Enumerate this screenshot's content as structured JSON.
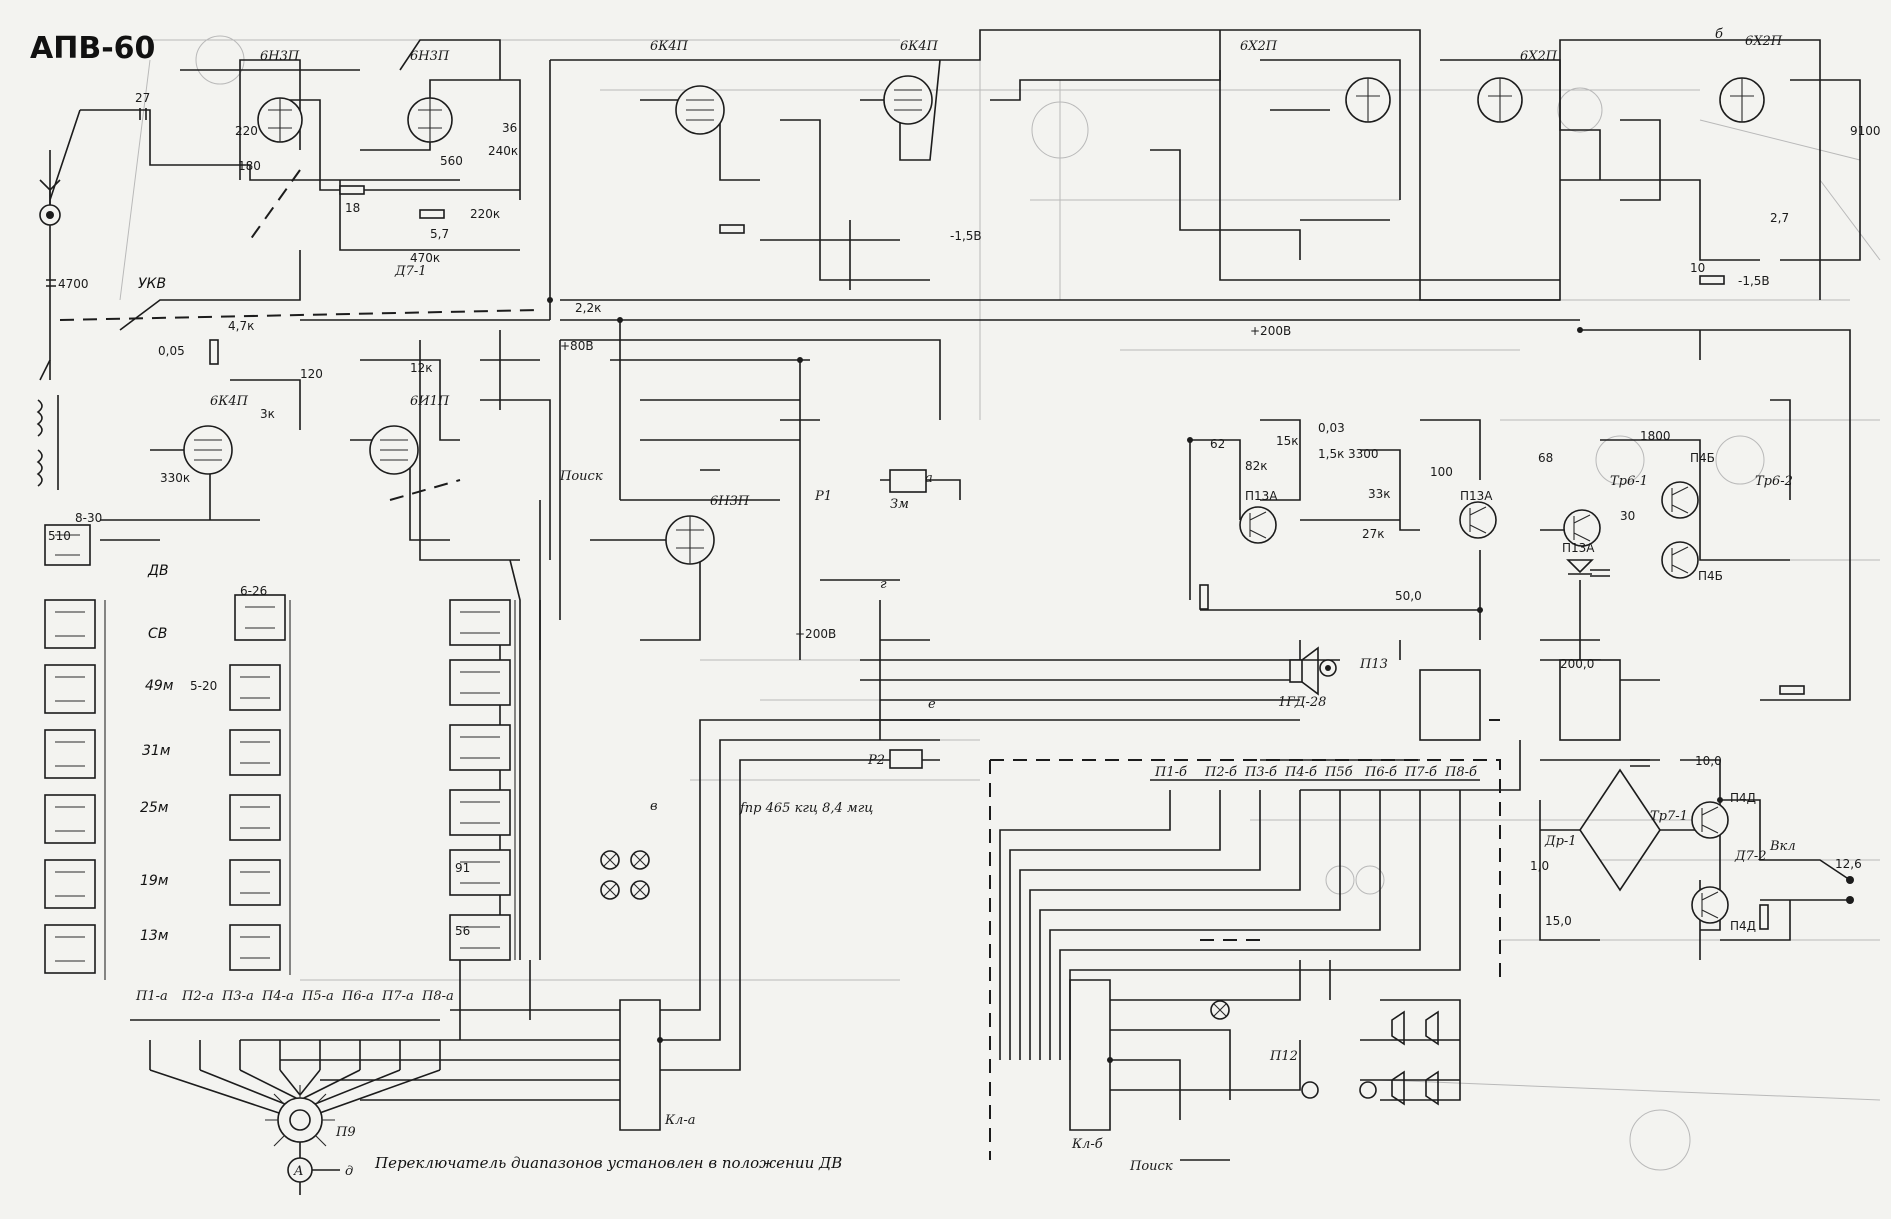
{
  "title": "АПВ-60",
  "caption": "Переключатель диапазонов установлен в положении ДВ",
  "bands": [
    "УКВ",
    "ДВ",
    "СВ",
    "49м",
    "31м",
    "25м",
    "19м",
    "13м"
  ],
  "tubes": [
    {
      "name": "6Н3П"
    },
    {
      "name": "6Н3П"
    },
    {
      "name": "6К4П"
    },
    {
      "name": "6К4П"
    },
    {
      "name": "6Х2П"
    },
    {
      "name": "6Х2П"
    },
    {
      "name": "6Х2П"
    },
    {
      "name": "6К4П"
    },
    {
      "name": "6И1П"
    },
    {
      "name": "6Н3П"
    }
  ],
  "transistors": [
    "П13А",
    "П13А",
    "П13А",
    "П4Б",
    "П4Б",
    "П4Д",
    "П4Д"
  ],
  "supply_labels": [
    "+80В",
    "+200В",
    "-1,5В",
    "-1,5В",
    "+200В",
    "12,6"
  ],
  "if_label": "fпр 465 кгц   8,4 мгц",
  "switch_top": [
    "П1-б",
    "П2-б",
    "П3-б",
    "П4-б",
    "П5б",
    "П6-б",
    "П7-б",
    "П8-б"
  ],
  "switch_bottom": [
    "П1-а",
    "П2-а",
    "П3-а",
    "П4-а",
    "П5-а",
    "П6-а",
    "П7-а",
    "П8-а"
  ],
  "misc_labels": [
    "П9",
    "Кл-а",
    "Кл-б",
    "Поиск",
    "Поиск",
    "П12",
    "П13",
    "1ГД-28",
    "Р1",
    "Р2",
    "Зм",
    "Др-1",
    "Тр7-1",
    "Тр6-1",
    "Тр6-2",
    "Вкл",
    "Д7-1",
    "Д7-2"
  ],
  "component_values": [
    "27",
    "4700",
    "470к",
    "220",
    "180",
    "560",
    "240к",
    "220к",
    "5,7",
    "18",
    "36",
    "12к",
    "120",
    "330к",
    "3к",
    "0,05",
    "4,7к",
    "8-30",
    "510",
    "6-26",
    "5-20",
    "91",
    "56",
    "50,0",
    "200,0",
    "10,0",
    "15,0",
    "1,0",
    "0,03",
    "3300",
    "1,5к",
    "33к",
    "27к",
    "82к",
    "15к",
    "62",
    "100",
    "9100",
    "10",
    "2,2к",
    "1800",
    "68",
    "30",
    "2,7"
  ],
  "sub_labels": [
    "а",
    "б",
    "в",
    "г",
    "д",
    "е"
  ]
}
